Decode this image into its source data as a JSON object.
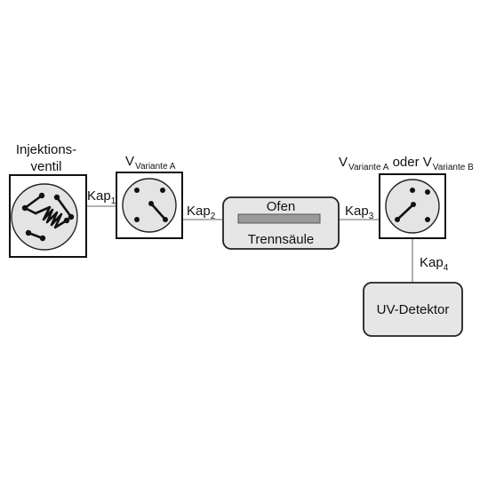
{
  "diagram": {
    "injection_valve_label": {
      "line1": "Injektions-",
      "line2": "ventil"
    },
    "valve_a_label": {
      "main": "V",
      "sub": "Variante A"
    },
    "valve_ab_label": {
      "main1": "V",
      "sub1": "Variante A",
      "middle": " oder V",
      "sub2": "Variante B"
    },
    "capillaries": [
      {
        "main": "Kap",
        "sub": "1"
      },
      {
        "main": "Kap",
        "sub": "2"
      },
      {
        "main": "Kap",
        "sub": "3"
      },
      {
        "main": "Kap",
        "sub": "4"
      }
    ],
    "oven": {
      "title": "Ofen",
      "column": "Trennsäule"
    },
    "detector": {
      "label": "UV-Detektor"
    }
  }
}
